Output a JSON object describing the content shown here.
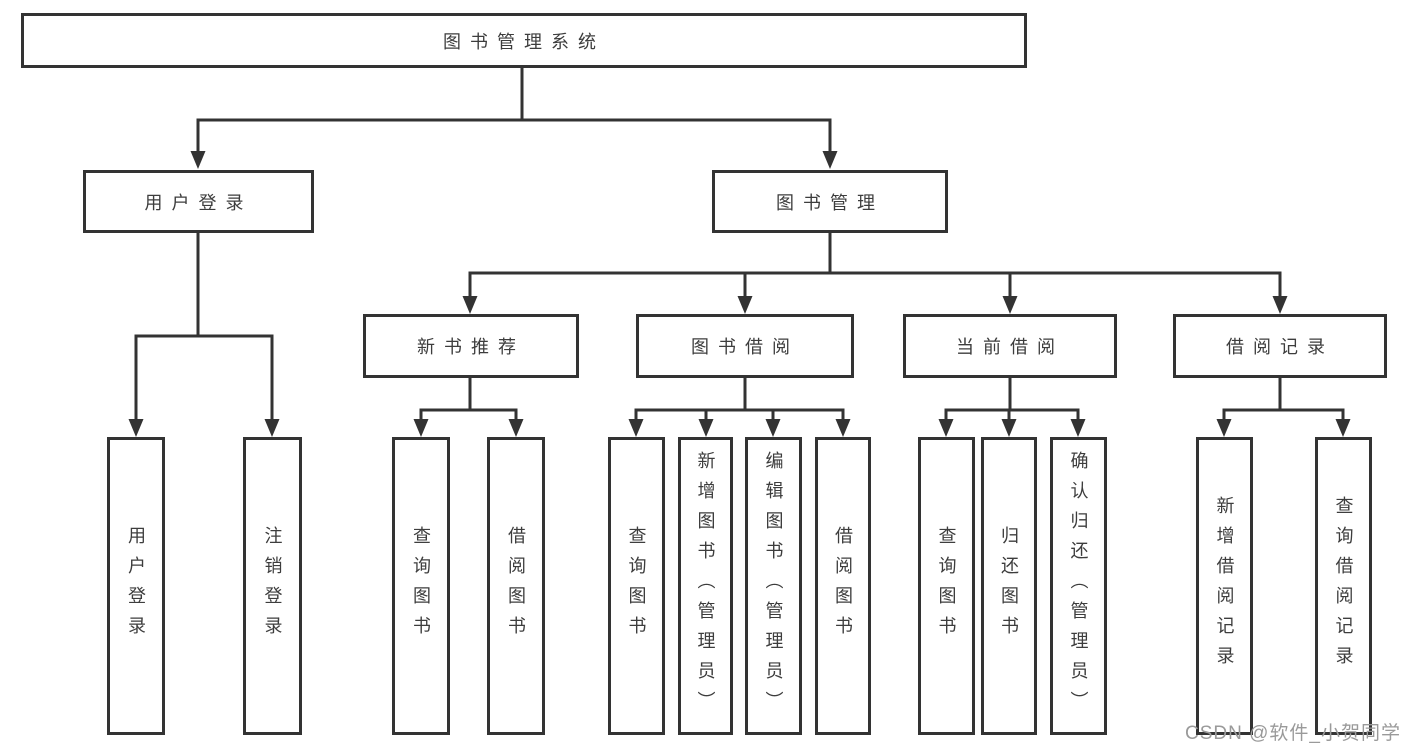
{
  "diagram": {
    "root": {
      "label": "图书管理系统"
    },
    "branches": [
      {
        "label": "用户登录",
        "children": [
          {
            "label": "用户登录"
          },
          {
            "label": "注销登录"
          }
        ]
      },
      {
        "label": "图书管理",
        "sections": [
          {
            "label": "新书推荐",
            "children": [
              {
                "label": "查询图书"
              },
              {
                "label": "借阅图书"
              }
            ]
          },
          {
            "label": "图书借阅",
            "children": [
              {
                "label": "查询图书"
              },
              {
                "label": "新增图书（管理员）"
              },
              {
                "label": "编辑图书（管理员）"
              },
              {
                "label": "借阅图书"
              }
            ]
          },
          {
            "label": "当前借阅",
            "children": [
              {
                "label": "查询图书"
              },
              {
                "label": "归还图书"
              },
              {
                "label": "确认归还（管理员）"
              }
            ]
          },
          {
            "label": "借阅记录",
            "children": [
              {
                "label": "新增借阅记录"
              },
              {
                "label": "查询借阅记录"
              }
            ]
          }
        ]
      }
    ]
  },
  "watermark": {
    "text": "CSDN @软件_小贺同学"
  },
  "colors": {
    "line": "#333333",
    "text": "#3d3d3d",
    "watermark": "#9a9a9a",
    "background": "#ffffff"
  }
}
